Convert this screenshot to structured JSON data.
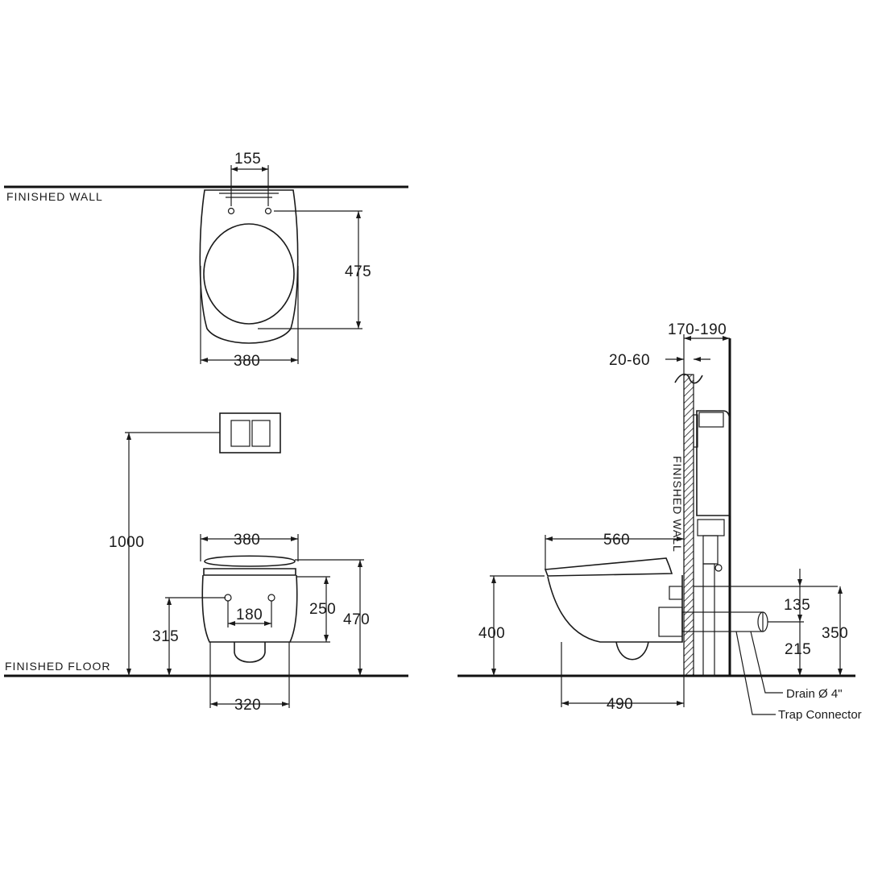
{
  "labels": {
    "finished_wall_top": "FINISHED  WALL",
    "finished_wall_side": "FINISHED  WALL",
    "finished_floor": "FINISHED  FLOOR",
    "drain": "Drain Ø 4\"",
    "trap_connector": "Trap Connector"
  },
  "dimensions": {
    "top_view": {
      "fixing_holes": "155",
      "depth": "475",
      "width": "380"
    },
    "front_view": {
      "flush_plate_height": "1000",
      "width": "380",
      "seat_height": "470",
      "upper_height": "250",
      "bolt_spacing": "180",
      "bolt_height": "315",
      "base_width": "320"
    },
    "side_view": {
      "frame_depth": "170-190",
      "wall_finish": "20-60",
      "projection": "560",
      "rim_height": "400",
      "base_depth": "490",
      "outlet_offset": "135",
      "outlet_height": "215",
      "supply_height": "350"
    }
  }
}
